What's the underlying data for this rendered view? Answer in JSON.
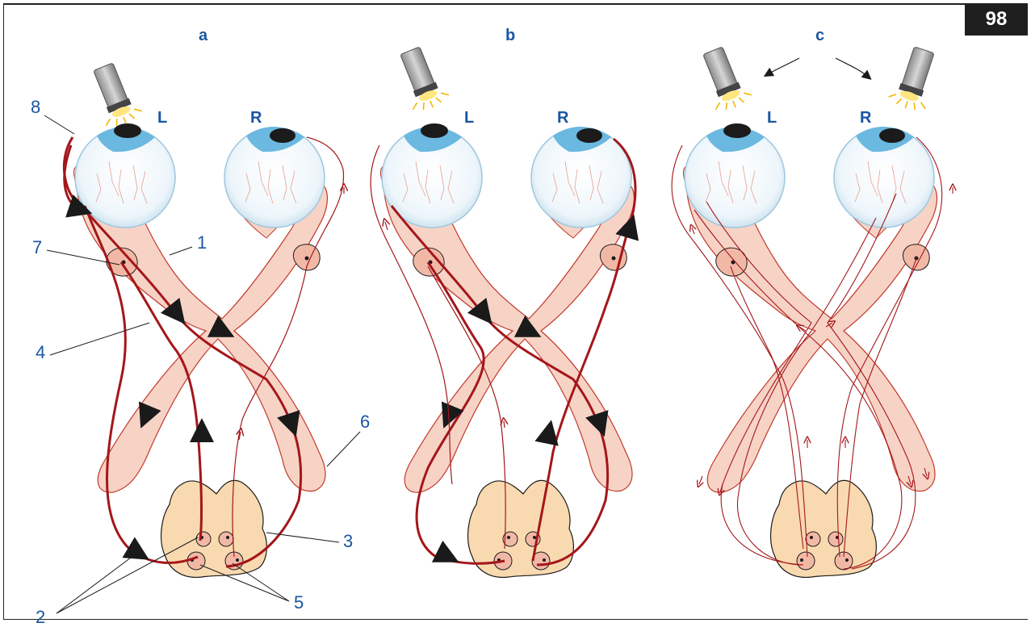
{
  "page_number": "98",
  "panels": [
    {
      "label": "a",
      "eye_left": "L",
      "eye_right": "R"
    },
    {
      "label": "b",
      "eye_left": "L",
      "eye_right": "R"
    },
    {
      "label": "c",
      "eye_left": "L",
      "eye_right": "R"
    }
  ],
  "callouts": [
    "1",
    "2",
    "3",
    "4",
    "5",
    "6",
    "7",
    "8"
  ],
  "colors": {
    "pathway_fill": "#f7d3c6",
    "pathway_stroke": "#c0392b",
    "neural_path": "#a4161a",
    "brainstem_fill": "#f9d9b0",
    "eye_iris": "#6bb8e0",
    "label_blue": "#1a56a0",
    "badge": "#1f1f1f"
  }
}
